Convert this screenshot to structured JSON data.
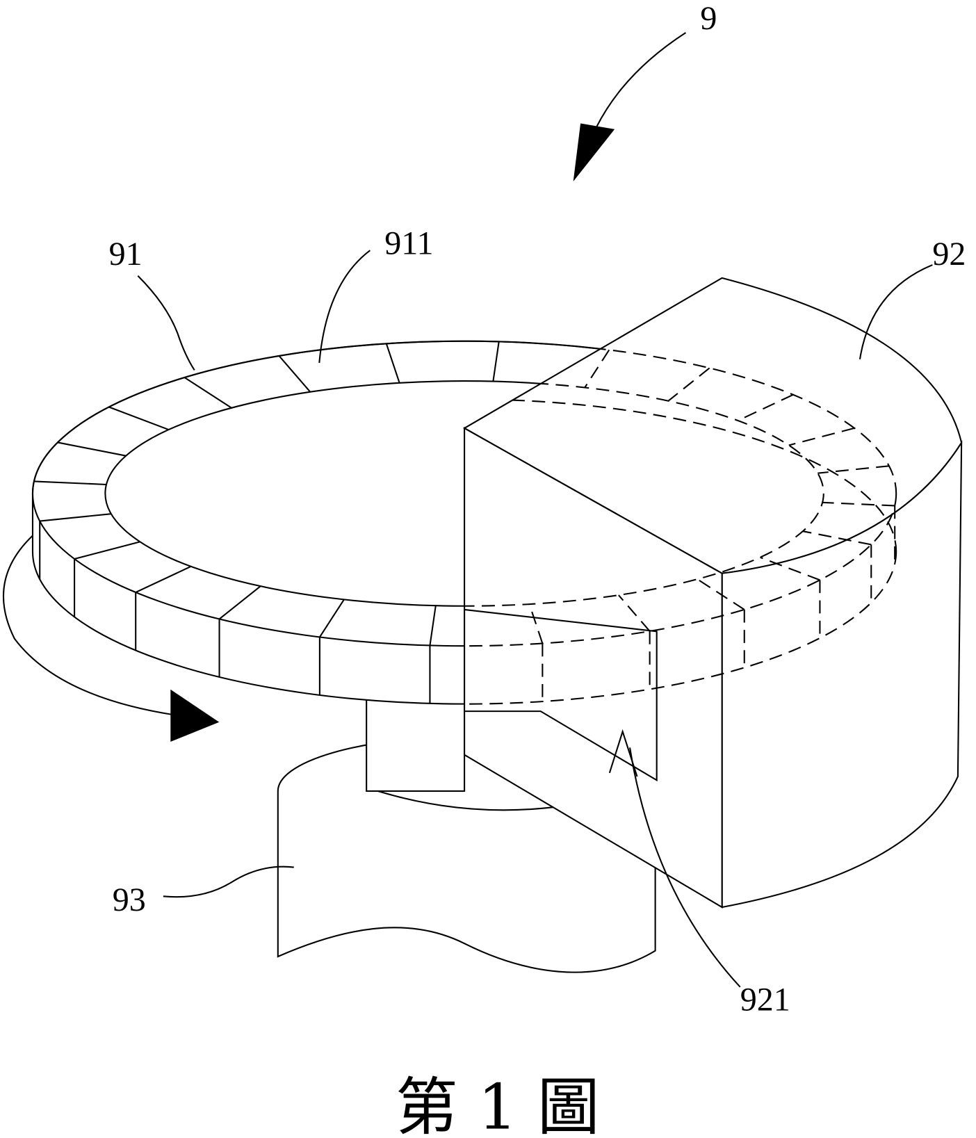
{
  "figure": {
    "labels": {
      "assembly": "9",
      "ring": "91",
      "ring_segment": "911",
      "block": "92",
      "slot": "921",
      "base": "93"
    },
    "caption": "第 1 圖"
  }
}
